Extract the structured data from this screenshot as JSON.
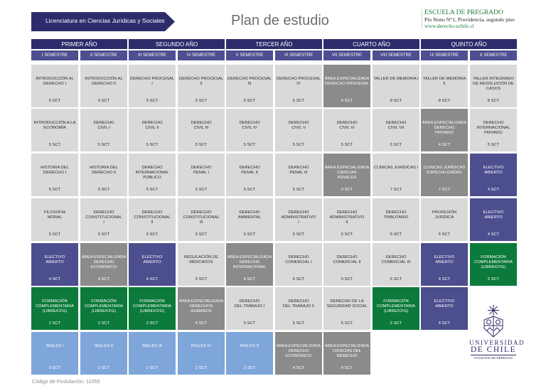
{
  "header": {
    "program": "Licenciatura en Ciencias Jurídicas y Sociales",
    "title": "Plan de estudio",
    "school_name": "ESCUELA DE PREGRADO",
    "school_address": "Pío Nono N°1, Providencia, segundo piso",
    "school_web": "www.derecho.uchile.cl"
  },
  "years": [
    "PRIMER AÑO",
    "SEGUNDO AÑO",
    "TERCER AÑO",
    "CUARTO AÑO",
    "QUINTO AÑO"
  ],
  "semesters": [
    "I SEMESTRE",
    "II SEMESTRE",
    "III SEMESTRE",
    "IV SEMESTRE",
    "V SEMESTRE",
    "VI SEMESTRE",
    "VII SEMESTRE",
    "VIII SEMESTRE",
    "IX SEMESTRE",
    "X SEMESTRE"
  ],
  "colors": {
    "core": "#d9d9d9",
    "specialized": "#8b8b8b",
    "elective": "#4c4e8e",
    "complementary": "#0c7a3a",
    "english": "#7fa6d9",
    "header": "#2d2c6b"
  },
  "courses": [
    [
      {
        "name": "INTRODUCCIÓN AL\nDERECHO I",
        "credits": "5 SCT",
        "type": "core"
      },
      {
        "name": "INTRODUCCIÓN A LA\nECONOMÍA",
        "credits": "5 SCT",
        "type": "core"
      },
      {
        "name": "HISTORIA DEL\nDERECHO I",
        "credits": "5 SCT",
        "type": "core"
      },
      {
        "name": "FILOSOFÍA\nMORAL",
        "credits": "5 SCT",
        "type": "core"
      },
      {
        "name": "ELECTIVO\nABIERTO",
        "credits": "4 SCT",
        "type": "elective"
      },
      {
        "name": "FORMACIÓN\nCOMPLEMENTARIA\n(LIBRE/CFG)",
        "credits": "2 SCT",
        "type": "complementary"
      },
      {
        "name": "INGLÉS I",
        "credits": "3 SCT",
        "type": "english"
      }
    ],
    [
      {
        "name": "INTRODUCCIÓN AL\nDERECHO II",
        "credits": "5 SCT",
        "type": "core"
      },
      {
        "name": "DERECHO\nCIVIL I",
        "credits": "5 SCT",
        "type": "core"
      },
      {
        "name": "HISTORIA DEL\nDERECHO II",
        "credits": "5 SCT",
        "type": "core"
      },
      {
        "name": "DERECHO\nCONSTITUCIONAL\nI",
        "credits": "5 SCT",
        "type": "core"
      },
      {
        "name": "ÁREA ESPECIALIZADA\nDERECHO\nECONÓMICO",
        "credits": "4 SCT",
        "type": "specialized"
      },
      {
        "name": "FORMACIÓN\nCOMPLEMENTARIA\n(LIBRE/CFG)",
        "credits": "2 SCT",
        "type": "complementary"
      },
      {
        "name": "INGLÉS II",
        "credits": "2 SCT",
        "type": "english"
      }
    ],
    [
      {
        "name": "DERECHO PROCESAL I",
        "credits": "5 SCT",
        "type": "core"
      },
      {
        "name": "DERECHO\nCIVIL II",
        "credits": "5 SCT",
        "type": "core"
      },
      {
        "name": "DERECHO\nINTERNACIONAL\nPÚBLICO",
        "credits": "5 SCT",
        "type": "core"
      },
      {
        "name": "DERECHO\nCONSTITUCIONAL\nII",
        "credits": "5 SCT",
        "type": "core"
      },
      {
        "name": "ELECTIVO\nABIERTO",
        "credits": "4 SCT",
        "type": "elective"
      },
      {
        "name": "FORMACIÓN\nCOMPLEMENTARIA\n(LIBRE/CFG)",
        "credits": "2 SCT",
        "type": "complementary"
      },
      {
        "name": "INGLÉS III",
        "credits": "2 SCT",
        "type": "english"
      }
    ],
    [
      {
        "name": "DERECHO PROCESAL\nII",
        "credits": "5 SCT",
        "type": "core"
      },
      {
        "name": "DERECHO\nCIVIL III",
        "credits": "5 SCT",
        "type": "core"
      },
      {
        "name": "DERECHO\nPENAL I",
        "credits": "5 SCT",
        "type": "core"
      },
      {
        "name": "DERECHO\nCONSTITUCIONAL\nIII",
        "credits": "5 SCT",
        "type": "core"
      },
      {
        "name": "REGULACIÓN DE\nMERCADOS",
        "credits": "5 SCT",
        "type": "core"
      },
      {
        "name": "ÁREA ESPECIALIZADA\nDERECHOS\nHUMANOS",
        "credits": "4 SCT",
        "type": "specialized"
      },
      {
        "name": "INGLÉS IV",
        "credits": "2 SCT",
        "type": "english"
      }
    ],
    [
      {
        "name": "DERECHO PROCESAL\nIII",
        "credits": "5 SCT",
        "type": "core"
      },
      {
        "name": "DERECHO\nCIVIL IV",
        "credits": "5 SCT",
        "type": "core"
      },
      {
        "name": "DERECHO\nPENAL II",
        "credits": "5 SCT",
        "type": "core"
      },
      {
        "name": "DERECHO\nAMBIENTAL",
        "credits": "5 SCT",
        "type": "core"
      },
      {
        "name": "ÁREA ESPECIALIZADA\nDERECHO\nINTERNACIONAL",
        "credits": "4 SCT",
        "type": "specialized"
      },
      {
        "name": "DERECHO\nDEL TRABAJO I",
        "credits": "5 SCT",
        "type": "core"
      },
      {
        "name": "INGLÉS V",
        "credits": "2 SCT",
        "type": "english"
      }
    ],
    [
      {
        "name": "DERECHO PROCESAL\nIV",
        "credits": "5 SCT",
        "type": "core"
      },
      {
        "name": "DERECHO\nCIVIL V",
        "credits": "5 SCT",
        "type": "core"
      },
      {
        "name": "DERECHO\nPENAL III",
        "credits": "5 SCT",
        "type": "core"
      },
      {
        "name": "DERECHO\nADMINISTRATIVO\nI",
        "credits": "5 SCT",
        "type": "core"
      },
      {
        "name": "DERECHO\nCOMERCIAL I",
        "credits": "5 SCT",
        "type": "core"
      },
      {
        "name": "DERECHO\nDEL TRABAJO II",
        "credits": "5 SCT",
        "type": "core"
      },
      {
        "name": "ÁREA ESPECIALIZADA\nDERECHO\nECONÓMICO",
        "credits": "4 SCT",
        "type": "specialized"
      }
    ],
    [
      {
        "name": "ÁREA ESPECIALIZADA\nDERECHO PROCESAL",
        "credits": "4 SCT",
        "type": "specialized"
      },
      {
        "name": "DERECHO\nCIVIL VI",
        "credits": "5 SCT",
        "type": "core"
      },
      {
        "name": "ÁREA ESPECIALIZADA\nCIENCIAS\nPENALES",
        "credits": "4 SCT",
        "type": "specialized"
      },
      {
        "name": "DERECHO\nADMINISTRATIVO\nII",
        "credits": "5 SCT",
        "type": "core"
      },
      {
        "name": "DERECHO\nCOMERCIAL II",
        "credits": "5 SCT",
        "type": "core"
      },
      {
        "name": "DERECHO DE LA\nSEGURIDAD SOCIAL",
        "credits": "5 SCT",
        "type": "core"
      },
      {
        "name": "ÁREA ESPECIALIZADA\nCIENCIAS DEL\nDERECHO",
        "credits": "4 SCT",
        "type": "specialized"
      }
    ],
    [
      {
        "name": "TALLER DE MEMORIA I",
        "credits": "8 SCT",
        "type": "core"
      },
      {
        "name": "DERECHO\nCIVIL VII",
        "credits": "5 SCT",
        "type": "core"
      },
      {
        "name": "CLÍNICAS JURÍDICAS I",
        "credits": "7 SCT",
        "type": "core"
      },
      {
        "name": "DERECHO\nTRIBUTARIO",
        "credits": "5 SCT",
        "type": "core"
      },
      {
        "name": "DERECHO\nCOMERCIAL III",
        "credits": "5 SCT",
        "type": "core"
      },
      {
        "name": "FORMACIÓN\nCOMPLEMENTARIA\n(LIBRE/CFG)",
        "credits": "2 SCT",
        "type": "complementary"
      }
    ],
    [
      {
        "name": "TALLER DE MEMORIA\nII",
        "credits": "8 SCT",
        "type": "core"
      },
      {
        "name": "ÁREA ESPECIALIZADA\nDERECHO\nPRIVADO",
        "credits": "4 SCT",
        "type": "specialized"
      },
      {
        "name": "CLÍNICAS JURÍDICAS\nESPECIALIZADAS",
        "credits": "7 SCT",
        "type": "specialized"
      },
      {
        "name": "PROFESIÓN\nJURÍDICA",
        "credits": "5 SCT",
        "type": "core"
      },
      {
        "name": "ELECTIVO\nABIERTO",
        "credits": "4 SCT",
        "type": "elective"
      },
      {
        "name": "ELECTIVO\nABIERTO",
        "credits": "4 SCT",
        "type": "elective"
      }
    ],
    [
      {
        "name": "TALLER INTEGRADO\nDE RESOLUCIÓN DE\nCASOS",
        "credits": "8 SCT",
        "type": "core"
      },
      {
        "name": "DERECHO\nINTERNACIONAL\nPRIVADO",
        "credits": "5 SCT",
        "type": "core"
      },
      {
        "name": "ELECTIVO\nABIERTO",
        "credits": "4 SCT",
        "type": "elective"
      },
      {
        "name": "ELECTIVO\nABIERTO",
        "credits": "4 SCT",
        "type": "elective"
      },
      {
        "name": "FORMACIÓN\nCOMPLEMENTARIA\n(LIBRE/CFG)",
        "credits": "2 SCT",
        "type": "complementary"
      }
    ]
  ],
  "footer": {
    "postulation_code": "Código de Postulación: 11055"
  },
  "logo": {
    "university": "UNIVERSIDAD",
    "country": "DE CHILE",
    "faculty": "FACULTAD DE DERECHO"
  }
}
